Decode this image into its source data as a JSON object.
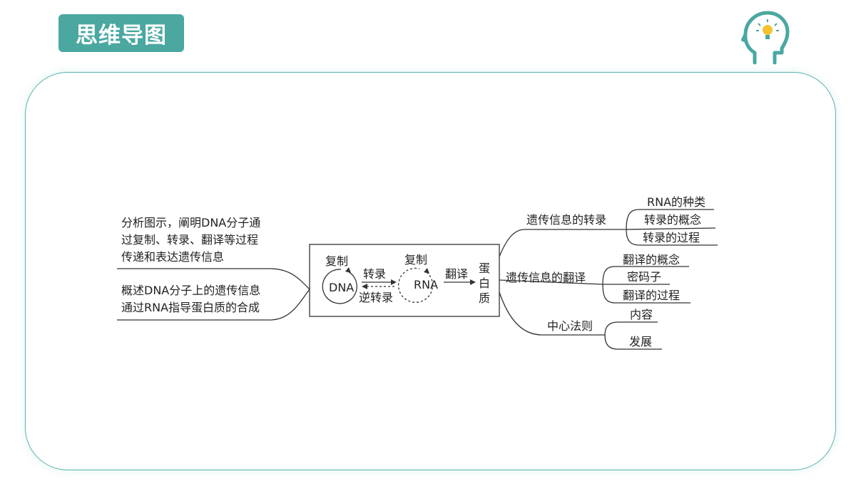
{
  "header": {
    "title": "思维导图",
    "icon": "lightbulb-head-icon",
    "accent_color": "#4aa8a1"
  },
  "mindmap": {
    "left_goals": [
      [
        "分析图示，阐明DNA分子通",
        "过复制、转录、翻译等过程",
        "传递和表达遗传信息"
      ],
      [
        "概述DNA分子上的遗传信息",
        "通过RNA指导蛋白质的合成"
      ]
    ],
    "center": {
      "dna": "DNA",
      "rna": "RNA",
      "dna_loop_label": "复制",
      "rna_loop_label": "复制",
      "transcription": "转录",
      "reverse_transcription": "逆转录",
      "translation": "翻译",
      "protein": [
        "蛋",
        "白",
        "质"
      ]
    },
    "branches": [
      {
        "label": "遗传信息的转录",
        "children": [
          "RNA的种类",
          "转录的概念",
          "转录的过程"
        ]
      },
      {
        "label": "遗传信息的翻译",
        "children": [
          "翻译的概念",
          "密码子",
          "翻译的过程"
        ]
      },
      {
        "label": "中心法则",
        "children": [
          "内容",
          "发展"
        ]
      }
    ]
  }
}
